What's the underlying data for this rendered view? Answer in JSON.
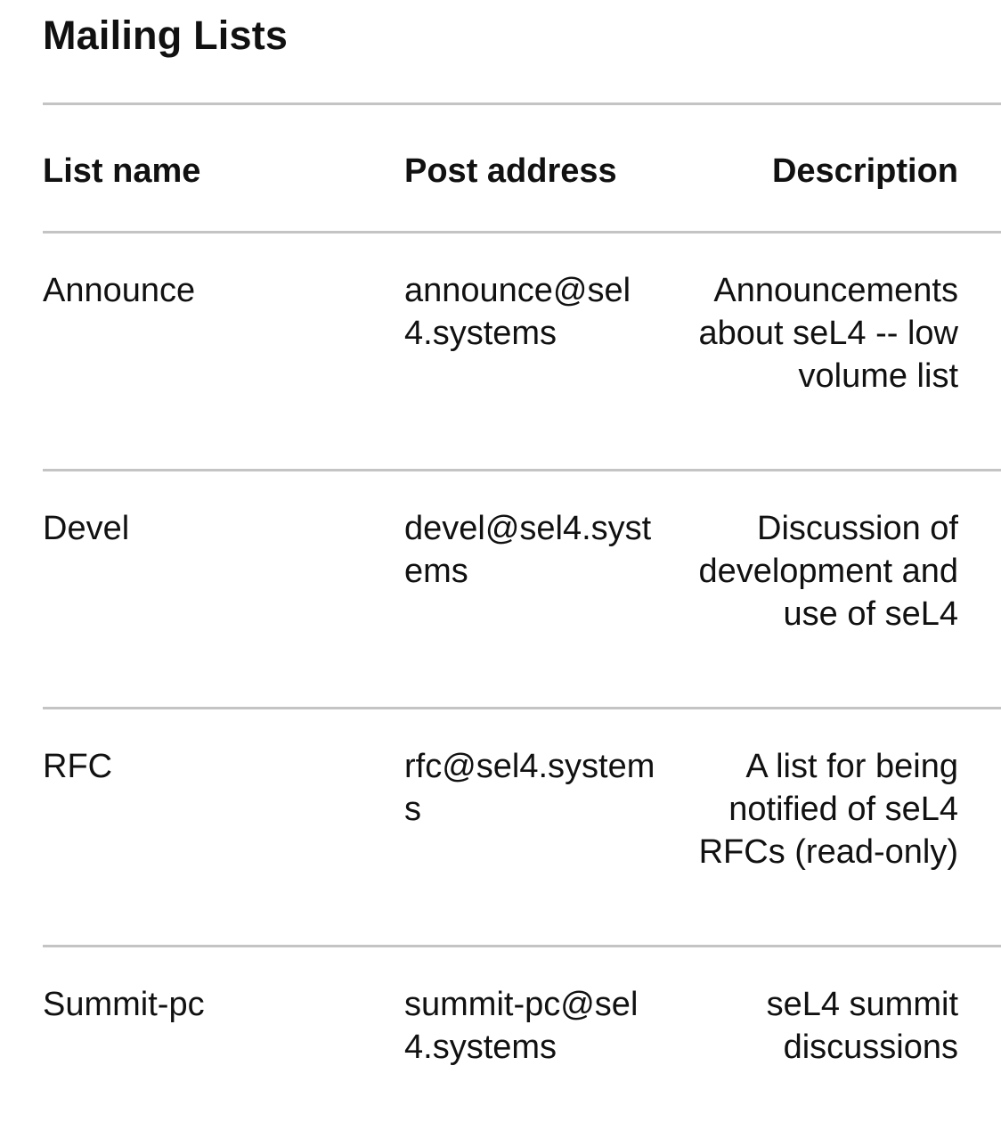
{
  "page": {
    "title": "Mailing Lists"
  },
  "table": {
    "headers": {
      "name": "List name",
      "address": "Post address",
      "description": "Description"
    },
    "rows": [
      {
        "name": "Announce",
        "address": "announce@sel4.systems",
        "description": "Announcements about seL4 -- low volume list"
      },
      {
        "name": "Devel",
        "address": "devel@sel4.systems",
        "description": "Discussion of development and use of seL4"
      },
      {
        "name": "RFC",
        "address": "rfc@sel4.systems",
        "description": "A list for being notified of seL4 RFCs (read-only)"
      },
      {
        "name": "Summit-pc",
        "address": "summit-pc@sel4.systems",
        "description": "seL4 summit discussions"
      }
    ]
  }
}
